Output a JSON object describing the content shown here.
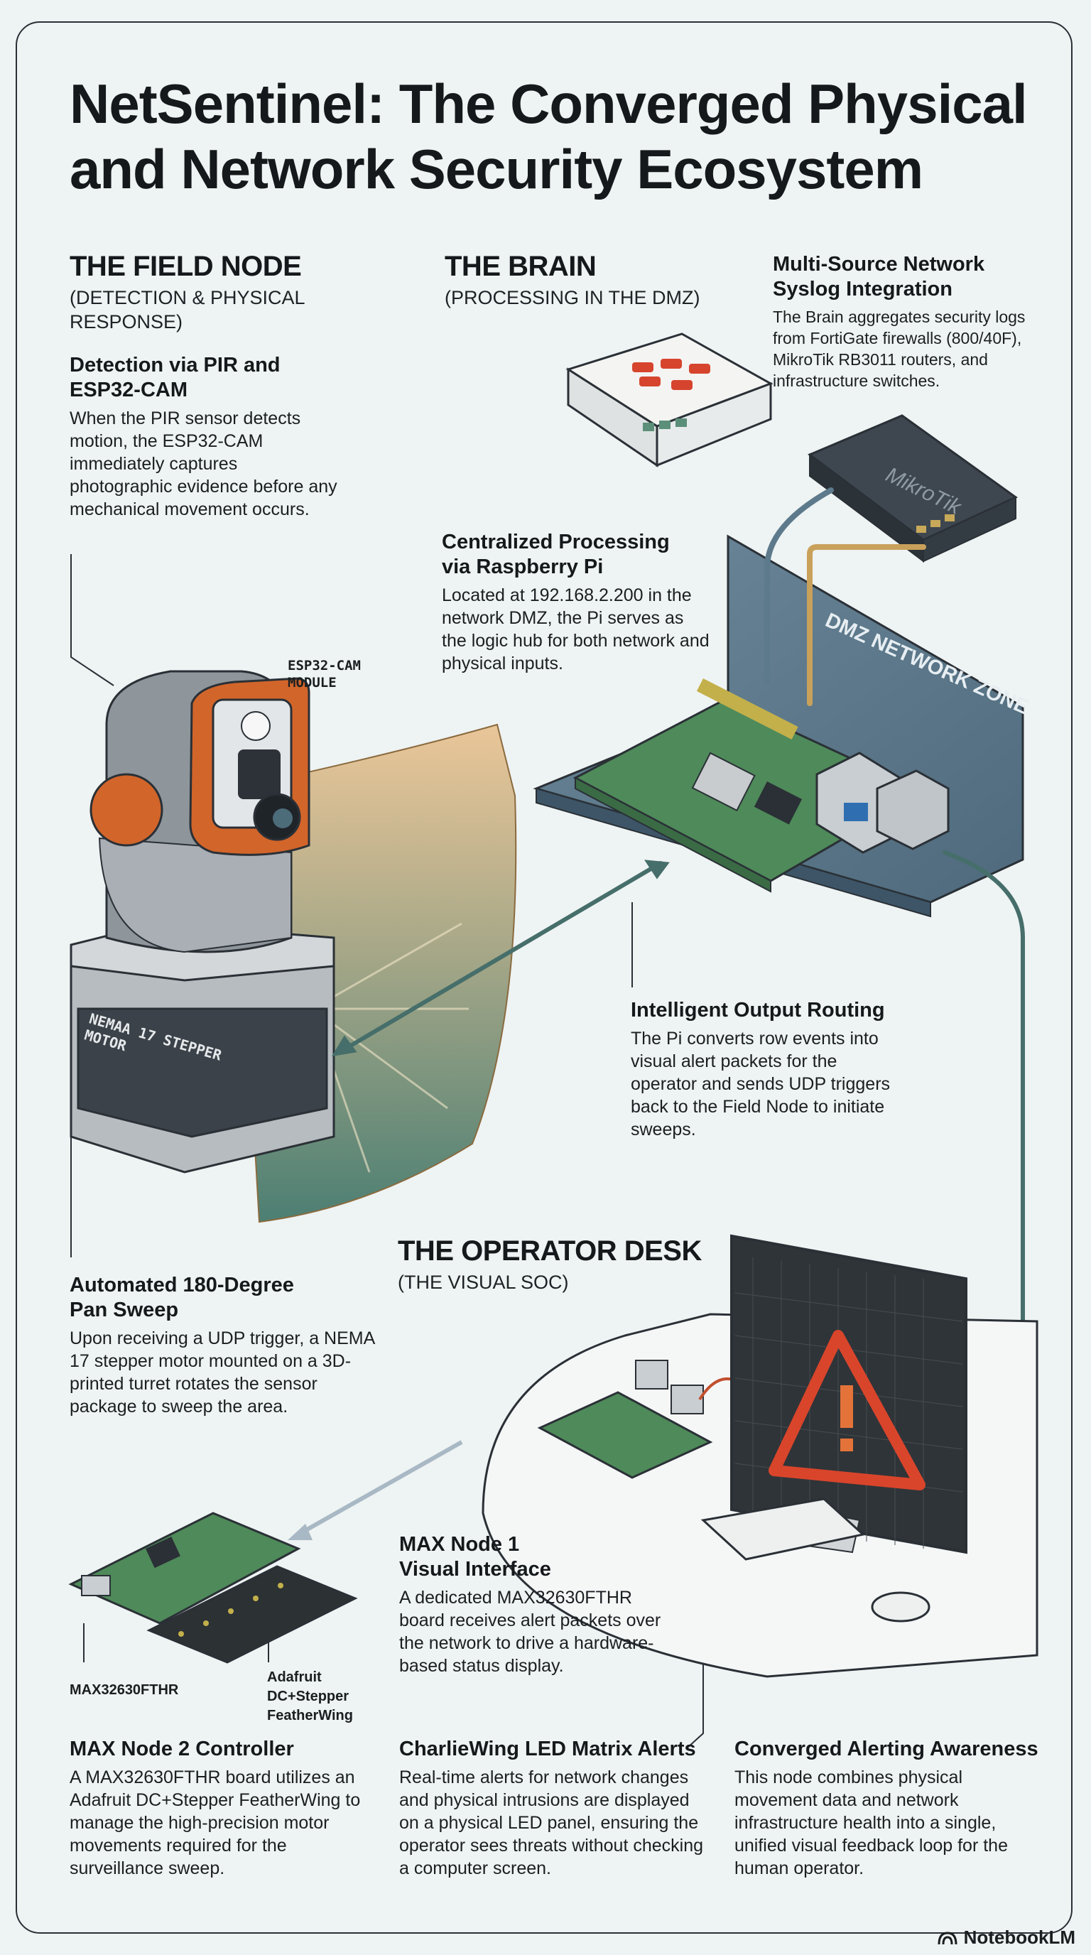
{
  "title": {
    "line1": "NetSentinel: The Converged Physical",
    "line2": "and Network Security Ecosystem"
  },
  "field_node": {
    "heading": "THE FIELD NODE",
    "subheading": "(DETECTION & PHYSICAL RESPONSE)",
    "detection": {
      "heading_line1": "Detection via PIR and",
      "heading_line2": "ESP32-CAM",
      "body": "When the PIR sensor detects motion, the ESP32-CAM immediately captures photographic evidence before any mechanical movement occurs."
    },
    "esp32_label": "ESP32-CAM MODULE",
    "motor_label": "NEMAA 17 STEPPER MOTOR",
    "pan_sweep": {
      "heading_line1": "Automated 180-Degree",
      "heading_line2": "Pan Sweep",
      "body": "Upon receiving a UDP trigger, a NEMA 17 stepper motor mounted on a 3D-printed turret rotates the sensor package to sweep the area."
    }
  },
  "brain": {
    "heading": "THE BRAIN",
    "subheading": "(PROCESSING IN THE DMZ)",
    "syslog": {
      "heading_line1": "Multi-Source Network",
      "heading_line2": "Syslog Integration",
      "body": "The Brain aggregates security logs from FortiGate firewalls (800/40F), MikroTik RB3011 routers, and infrastructure switches."
    },
    "processing": {
      "heading_line1": "Centralized Processing",
      "heading_line2": "via Raspberry Pi",
      "body": "Located at 192.168.2.200 in the network DMZ, the Pi serves as the logic hub for both network and physical inputs."
    },
    "dmz_label": "DMZ NETWORK ZONE",
    "mikrotik_label": "MikroTik",
    "output_routing": {
      "heading": "Intelligent Output Routing",
      "body": "The Pi converts row events into visual alert packets for the operator and sends UDP triggers back to the Field Node to initiate sweeps."
    }
  },
  "operator": {
    "heading": "THE OPERATOR DESK",
    "subheading": "(THE VISUAL SOC)",
    "max_node1": {
      "heading_line1": "MAX Node 1",
      "heading_line2": "Visual Interface",
      "body": "A dedicated MAX32630FTHR board receives alert packets over the network to drive a hardware-based status display."
    },
    "board_label_left": "MAX32630FTHR",
    "board_label_right": "Adafruit DC+Stepper FeatherWing",
    "max_node2": {
      "heading": "MAX Node 2 Controller",
      "body": "A MAX32630FTHR board utilizes an Adafruit DC+Stepper FeatherWing to manage the high-precision motor movements required for the surveillance sweep."
    },
    "charliewing": {
      "heading": "CharlieWing LED Matrix Alerts",
      "body": "Real-time alerts for network changes and physical intrusions are displayed on a physical LED panel, ensuring the operator sees threats without checking a computer screen."
    },
    "converged": {
      "heading": "Converged Alerting Awareness",
      "body": "This node combines physical movement data and network infrastructure health into a single, unified visual feedback loop for the human operator."
    }
  },
  "footer": {
    "brand": "NotebookLM"
  },
  "colors": {
    "accent_orange": "#d2652a",
    "dmz_blue": "#5d7a8c",
    "pcb_green": "#4f8a5a",
    "cable_teal": "#466e6a",
    "led_red": "#d9452b"
  }
}
